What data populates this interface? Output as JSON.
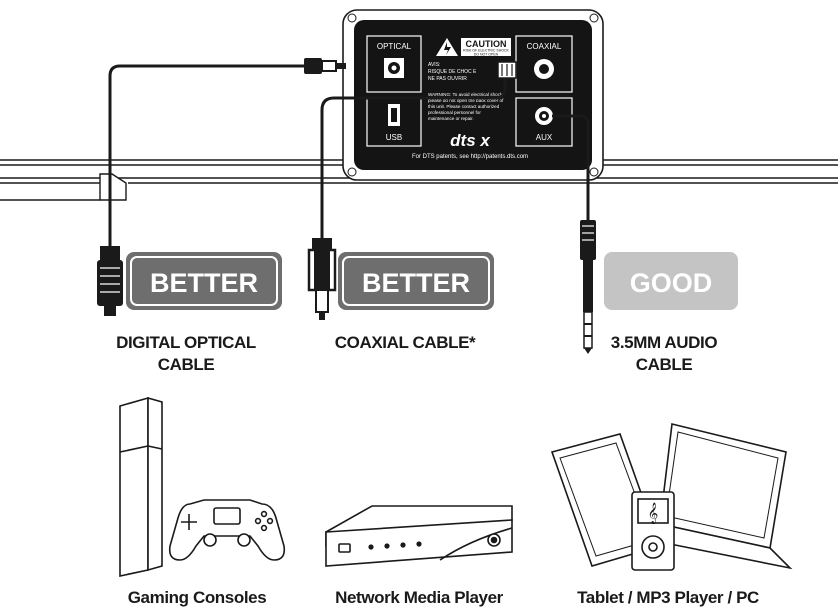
{
  "panel": {
    "port_optical": "OPTICAL",
    "port_usb": "USB",
    "port_coaxial": "COAXIAL",
    "port_aux": "AUX",
    "caution_title": "CAUTION",
    "caution_sub1": "RISK OF ELECTRIC SHOCK",
    "caution_sub2": "DO NOT OPEN",
    "avis_line1": "AVIS:",
    "avis_line2": "RISQUE DE CHOC E",
    "avis_line3": "NE PAS OUVRIR",
    "warning_line1": "WARNING: To avoid electrical shock,",
    "warning_line2": "please do not open the back cover of",
    "warning_line3": "this unit. Please contact authorized",
    "warning_line4": "professional personnel for",
    "warning_line5": "maintenance or repair.",
    "logo": "dts x",
    "patents": "For DTS patents, see http://patents.dts.com"
  },
  "cables": [
    {
      "badge": "BETTER",
      "label_line1": "DIGITAL OPTICAL",
      "label_line2": "CABLE",
      "badge_color": "#6e6e6e"
    },
    {
      "badge": "BETTER",
      "label_line1": "COAXIAL CABLE*",
      "label_line2": "",
      "badge_color": "#6e6e6e"
    },
    {
      "badge": "GOOD",
      "label_line1": "3.5MM AUDIO",
      "label_line2": "CABLE",
      "badge_color": "#c4c4c4"
    }
  ],
  "devices": [
    {
      "label": "Gaming Consoles"
    },
    {
      "label": "Network Media Player"
    },
    {
      "label": "Tablet / MP3 Player / PC"
    }
  ]
}
